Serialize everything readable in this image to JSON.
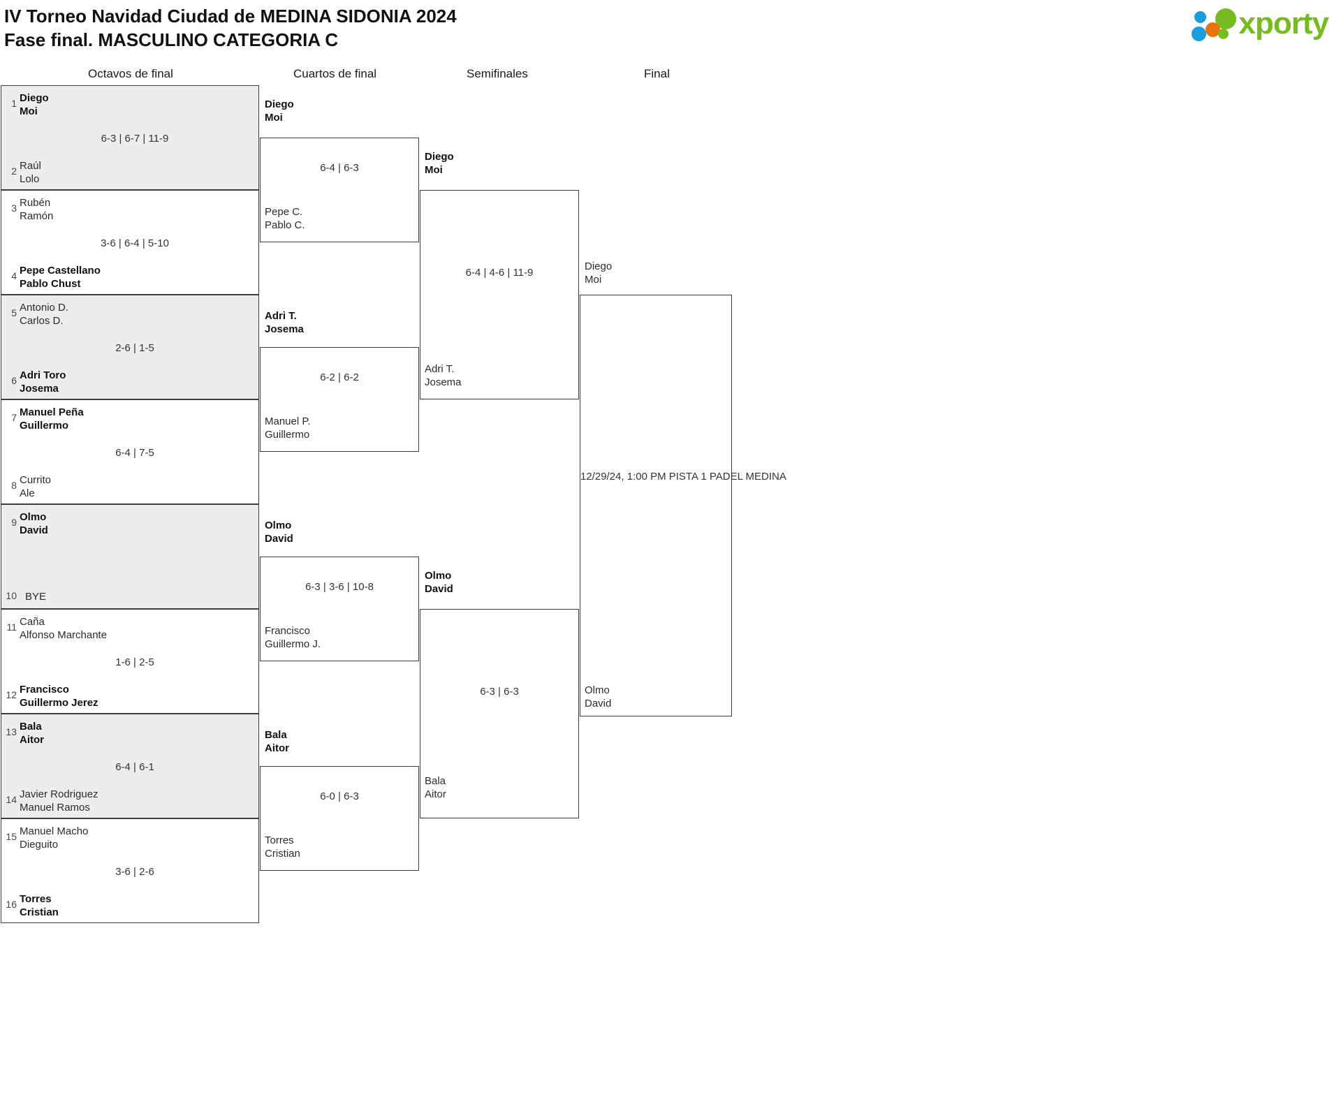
{
  "header": {
    "title_line1": "IV Torneo Navidad Ciudad de MEDINA SIDONIA 2024",
    "title_line2": "Fase final. MASCULINO CATEGORIA C",
    "logo_text": "xporty",
    "logo_colors": {
      "green": "#76bc21",
      "orange": "#e8730c",
      "blue": "#1b9dd9"
    }
  },
  "rounds": [
    {
      "key": "r16",
      "label": "Octavos de final"
    },
    {
      "key": "qf",
      "label": "Cuartos de final"
    },
    {
      "key": "sf",
      "label": "Semifinales"
    },
    {
      "key": "final",
      "label": "Final"
    }
  ],
  "round16": [
    {
      "seed": "1",
      "l1": "Diego",
      "l2": "Moi",
      "winner": true,
      "score": "6-3 | 6-7 | 11-9"
    },
    {
      "seed": "2",
      "l1": "Raúl",
      "l2": "Lolo",
      "winner": false,
      "score": ""
    },
    {
      "seed": "3",
      "l1": "Rubén",
      "l2": "Ramón",
      "winner": false,
      "score": "3-6 | 6-4 | 5-10"
    },
    {
      "seed": "4",
      "l1": "Pepe Castellano",
      "l2": "Pablo Chust",
      "winner": true,
      "score": ""
    },
    {
      "seed": "5",
      "l1": "Antonio D.",
      "l2": "Carlos D.",
      "winner": false,
      "score": "2-6 | 1-5"
    },
    {
      "seed": "6",
      "l1": "Adri Toro",
      "l2": "Josema",
      "winner": true,
      "score": ""
    },
    {
      "seed": "7",
      "l1": "Manuel Peña",
      "l2": "Guillermo",
      "winner": true,
      "score": "6-4 | 7-5"
    },
    {
      "seed": "8",
      "l1": "Currito",
      "l2": "Ale",
      "winner": false,
      "score": ""
    },
    {
      "seed": "9",
      "l1": "Olmo",
      "l2": "David",
      "winner": true,
      "score": ""
    },
    {
      "seed": "10",
      "l1": "BYE",
      "l2": "",
      "winner": false,
      "score": ""
    },
    {
      "seed": "11",
      "l1": "Caña",
      "l2": "Alfonso Marchante",
      "winner": false,
      "score": "1-6 | 2-5"
    },
    {
      "seed": "12",
      "l1": "Francisco",
      "l2": "Guillermo Jerez",
      "winner": true,
      "score": ""
    },
    {
      "seed": "13",
      "l1": "Bala",
      "l2": "Aitor",
      "winner": true,
      "score": "6-4 | 6-1"
    },
    {
      "seed": "14",
      "l1": "Javier Rodriguez",
      "l2": "Manuel Ramos",
      "winner": false,
      "score": ""
    },
    {
      "seed": "15",
      "l1": "Manuel Macho",
      "l2": "Dieguito",
      "winner": false,
      "score": "3-6 | 2-6"
    },
    {
      "seed": "16",
      "l1": "Torres",
      "l2": "Cristian",
      "winner": true,
      "score": ""
    }
  ],
  "quarterfinals": [
    {
      "l1": "Diego",
      "l2": "Moi",
      "winner": true,
      "score": "6-4 | 6-3"
    },
    {
      "l1": "Pepe C.",
      "l2": "Pablo C.",
      "winner": false,
      "score": ""
    },
    {
      "l1": "Adri T.",
      "l2": "Josema",
      "winner": true,
      "score": "6-2 | 6-2"
    },
    {
      "l1": "Manuel P.",
      "l2": "Guillermo",
      "winner": false,
      "score": ""
    },
    {
      "l1": "Olmo",
      "l2": "David",
      "winner": true,
      "score": "6-3 | 3-6 | 10-8"
    },
    {
      "l1": "Francisco",
      "l2": "Guillermo J.",
      "winner": false,
      "score": ""
    },
    {
      "l1": "Bala",
      "l2": "Aitor",
      "winner": true,
      "score": "6-0 | 6-3"
    },
    {
      "l1": "Torres",
      "l2": "Cristian",
      "winner": false,
      "score": ""
    }
  ],
  "semifinals": [
    {
      "l1": "Diego",
      "l2": "Moi",
      "winner": true,
      "score": "6-4 | 4-6 | 11-9"
    },
    {
      "l1": "Adri T.",
      "l2": "Josema",
      "winner": false,
      "score": ""
    },
    {
      "l1": "Olmo",
      "l2": "David",
      "winner": true,
      "score": "6-3 | 6-3"
    },
    {
      "l1": "Bala",
      "l2": "Aitor",
      "winner": false,
      "score": ""
    }
  ],
  "final": [
    {
      "l1": "Diego",
      "l2": "Moi",
      "winner": false
    },
    {
      "l1": "Olmo",
      "l2": "David",
      "winner": false
    }
  ],
  "final_match": {
    "line1": "12/29/24, 1:00 PM PISTA 1",
    "line2": "PADEL MEDINA"
  }
}
